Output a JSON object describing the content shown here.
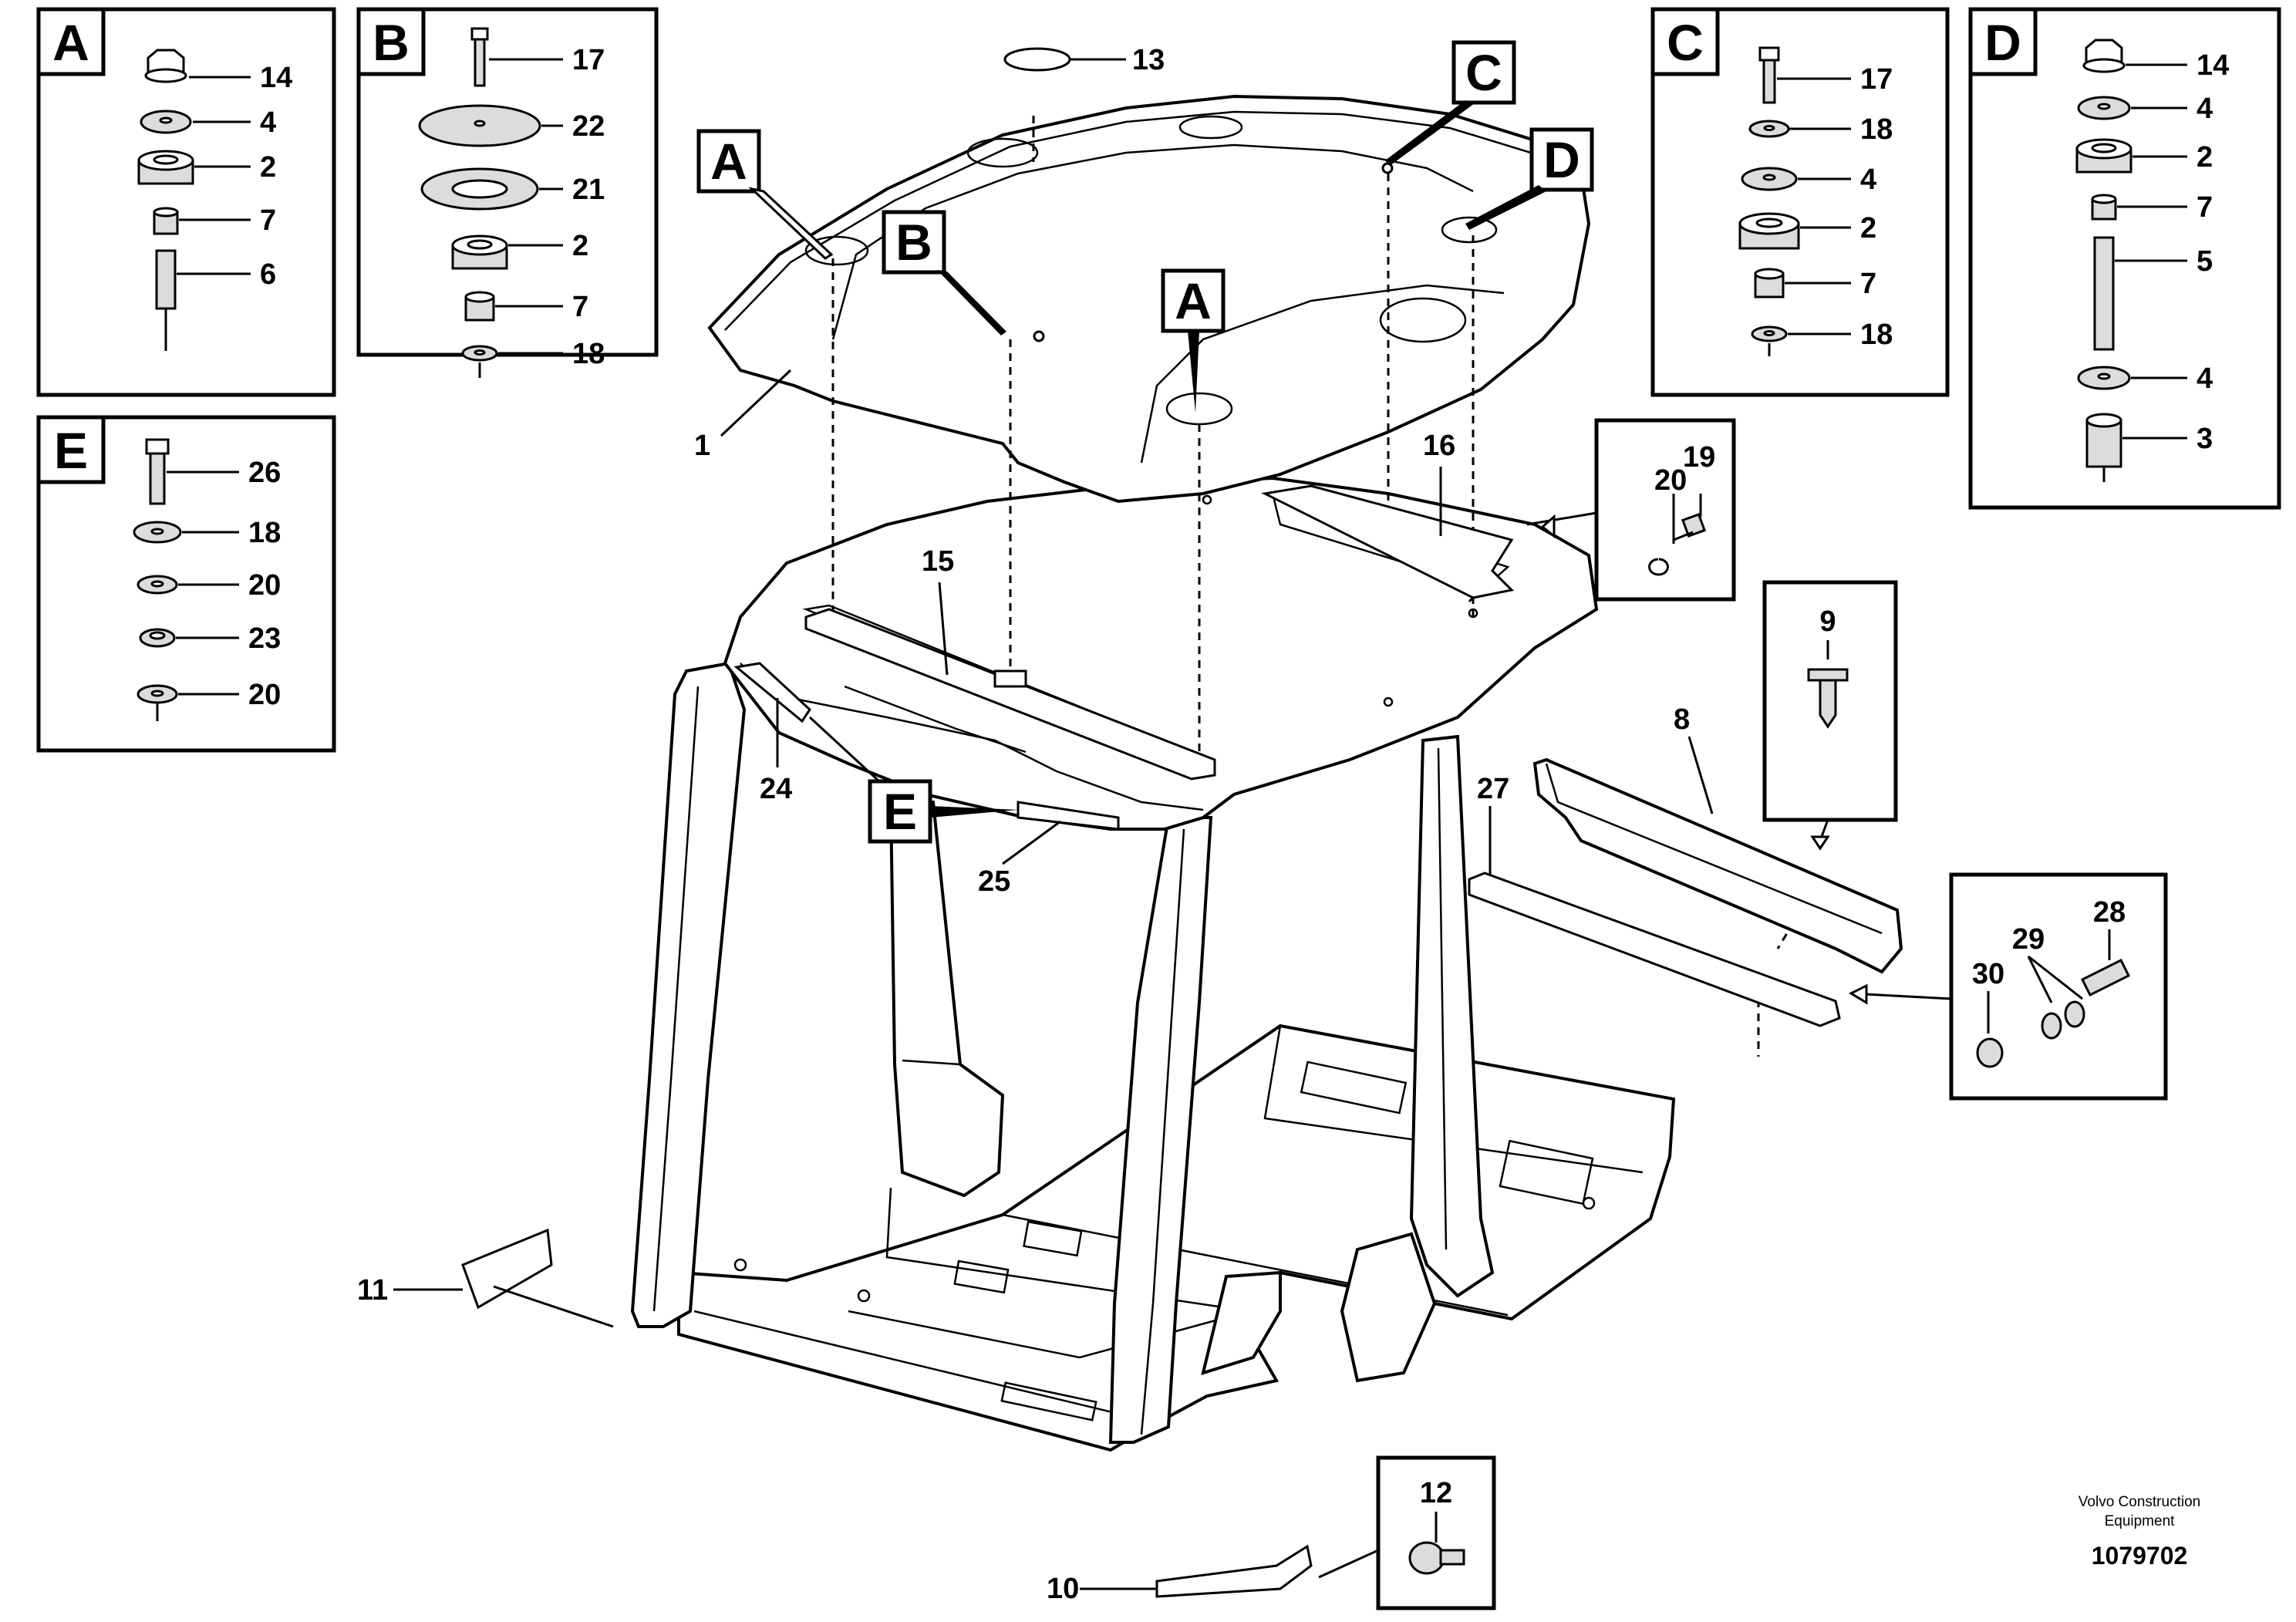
{
  "detail_boxes": {
    "A": {
      "letter": "A",
      "parts": [
        "14",
        "4",
        "2",
        "7",
        "6"
      ]
    },
    "B": {
      "letter": "B",
      "parts": [
        "17",
        "22",
        "21",
        "2",
        "7",
        "18"
      ]
    },
    "C": {
      "letter": "C",
      "parts": [
        "17",
        "18",
        "4",
        "2",
        "7",
        "18"
      ]
    },
    "D": {
      "letter": "D",
      "parts": [
        "14",
        "4",
        "2",
        "7",
        "5",
        "4",
        "3"
      ]
    },
    "E": {
      "letter": "E",
      "parts": [
        "26",
        "18",
        "20",
        "23",
        "20"
      ]
    }
  },
  "callouts": {
    "a1": "A",
    "b": "B",
    "a2": "A",
    "c": "C",
    "d": "D",
    "e": "E"
  },
  "main_labels": {
    "n1": "1",
    "n13": "13",
    "n15": "15",
    "n16": "16",
    "n19": "19",
    "n20": "20",
    "n24": "24",
    "n25": "25",
    "n8": "8",
    "n9": "9",
    "n27": "27",
    "n28": "28",
    "n29": "29",
    "n30": "30",
    "n11": "11",
    "n12": "12",
    "n10": "10"
  },
  "footer": {
    "brand_line1": "Volvo Construction",
    "brand_line2": "Equipment",
    "drawing_number": "1079702"
  }
}
